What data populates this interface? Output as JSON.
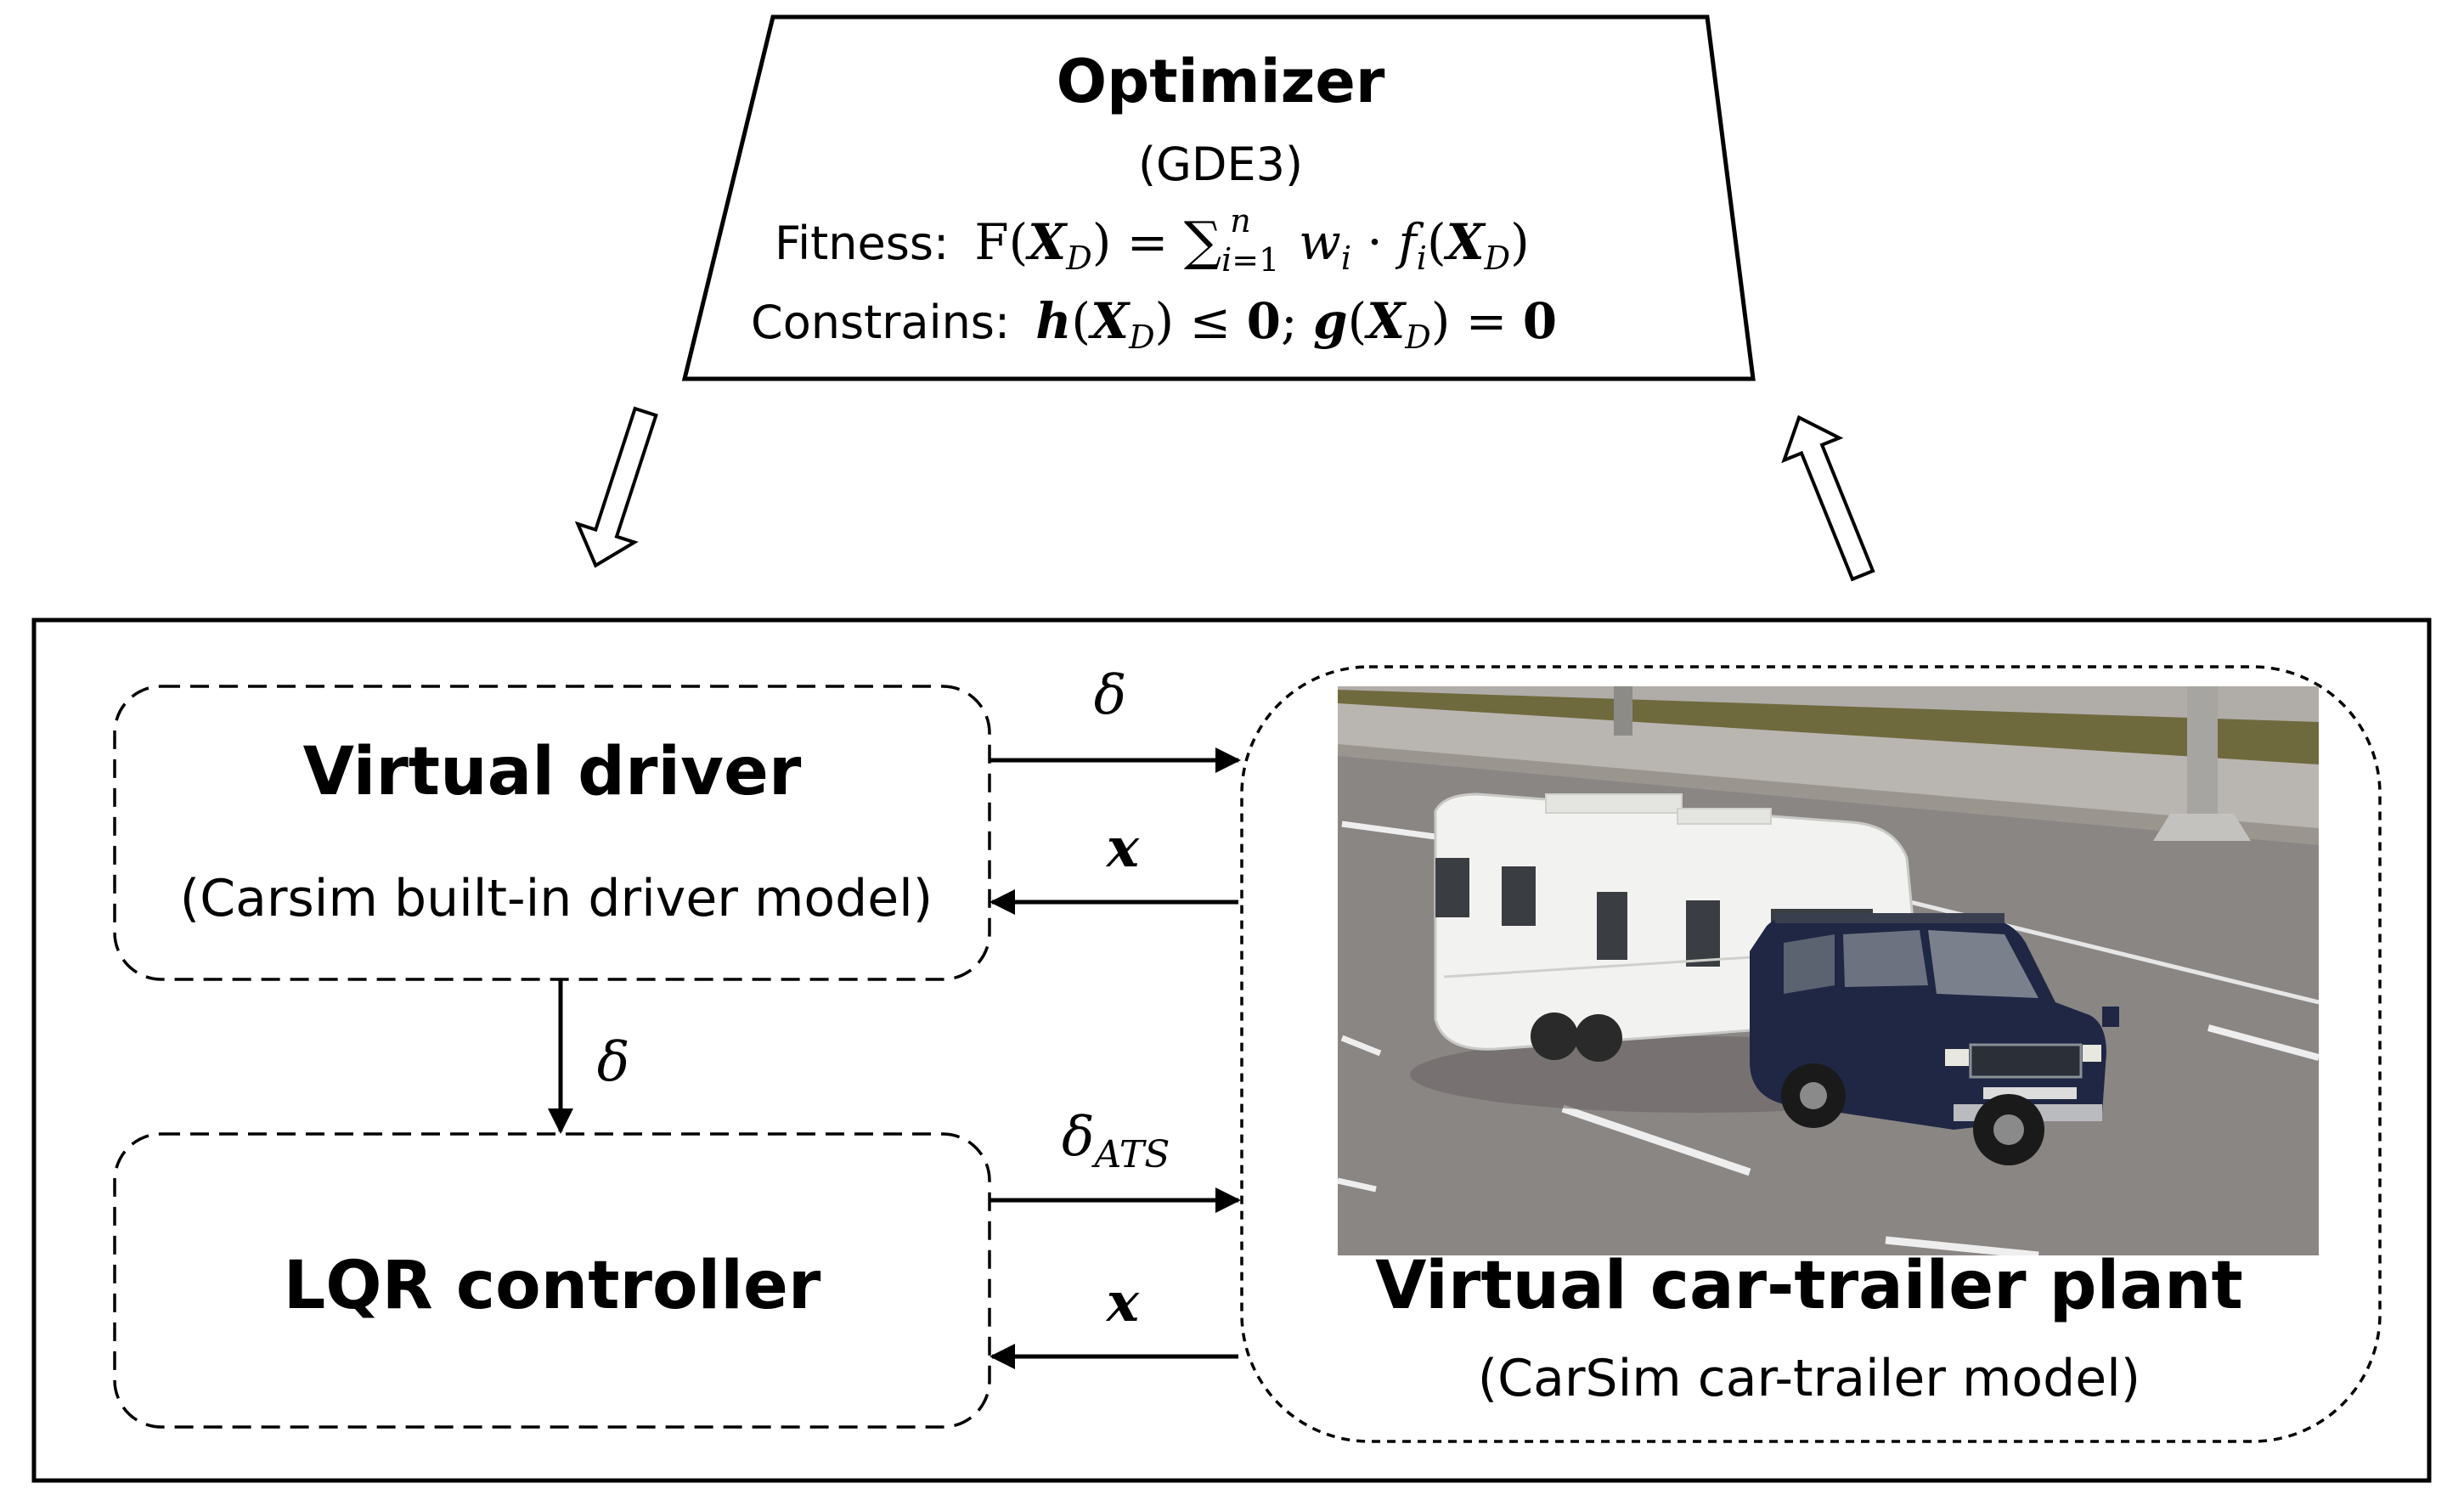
{
  "optimizer": {
    "title": "Optimizer",
    "algorithm": "(GDE3)",
    "fitness_label": "Fitness:",
    "fitness_formula": "F(X_D) = ∑_{i=1}^{n} w_i · f_i(X_D)",
    "constraints_label": "Constrains:",
    "constraints_formula": "h(X_D) ≤ 0; g(X_D) = 0"
  },
  "virtual_driver": {
    "title": "Virtual driver",
    "subtitle": "(Carsim built-in driver model)"
  },
  "lqr_controller": {
    "title": "LQR controller"
  },
  "plant": {
    "title": "Virtual car-trailer plant",
    "subtitle": "(CarSim car-trailer model)"
  },
  "signals": {
    "delta": "δ",
    "state": "x",
    "delta_ats_base": "δ",
    "delta_ats_sub": "ATS"
  },
  "colors": {
    "stroke": "#000000",
    "background": "#ffffff",
    "road": "#8a8684",
    "lane_lines": "#eeeeee",
    "grass": "#6f6a3e",
    "barrier": "#b9b6b1",
    "caravan": "#f2f2f0",
    "car": "#1f2744"
  }
}
